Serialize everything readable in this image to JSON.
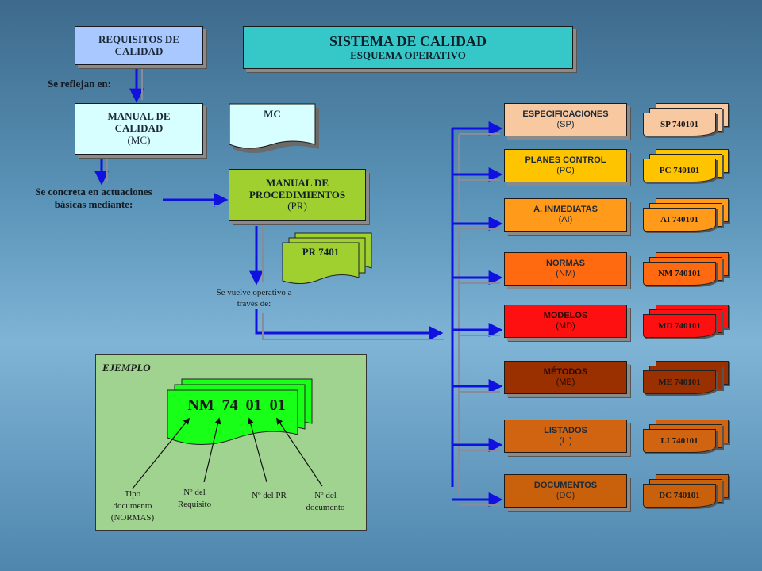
{
  "header": {
    "title": "SISTEMA DE CALIDAD",
    "subtitle": "ESQUEMA OPERATIVO"
  },
  "requirements": {
    "line1": "REQUISITOS DE",
    "line2": "CALIDAD"
  },
  "reflect_label": "Se reflejan en:",
  "manual": {
    "line1": "MANUAL DE",
    "line2": "CALIDAD",
    "line3": "(MC)"
  },
  "mc_doc": "MC",
  "concrete_label": {
    "line1": "Se concreta en actuaciones",
    "line2": "básicas mediante:"
  },
  "procedures": {
    "line1": "MANUAL DE",
    "line2": "PROCEDIMIENTOS",
    "line3": "(PR)"
  },
  "pr_doc": "PR 7401",
  "operative_label": {
    "line1": "Se vuelve operativo a",
    "line2": "través de:"
  },
  "categories": [
    {
      "name": "ESPECIFICACIONES",
      "abbr": "(SP)",
      "code": "SP 740101",
      "color": "#f8c8a0",
      "doc_color": "#f8c8a0"
    },
    {
      "name": "PLANES CONTROL",
      "abbr": "(PC)",
      "code": "PC 740101",
      "color": "#ffc400",
      "doc_color": "#ffc400"
    },
    {
      "name": "A.  INMEDIATAS",
      "abbr": "(AI)",
      "code": "AI 740101",
      "color": "#ff9a1a",
      "doc_color": "#ff9a1a"
    },
    {
      "name": "NORMAS",
      "abbr": "(NM)",
      "code": "NM 740101",
      "color": "#ff6a10",
      "doc_color": "#ff6a10"
    },
    {
      "name": "MODELOS",
      "abbr": "(MD)",
      "code": "MD 740101",
      "color": "#ff1010",
      "doc_color": "#ff1010"
    },
    {
      "name": "MÉTODOS",
      "abbr": "(ME)",
      "code": "ME 740101",
      "color": "#9a3000",
      "doc_color": "#9a3000"
    },
    {
      "name": "LISTADOS",
      "abbr": "(LI)",
      "code": "LI 740101",
      "color": "#d06410",
      "doc_color": "#d06410"
    },
    {
      "name": "DOCUMENTOS",
      "abbr": "(DC)",
      "code": "DC 740101",
      "color": "#c8600c",
      "doc_color": "#c8600c"
    }
  ],
  "example": {
    "title": "EJEMPLO",
    "code": "NM  74  01  01",
    "labels": {
      "type": {
        "line1": "Tipo",
        "line2": "documento",
        "line3": "(NORMAS)"
      },
      "req": {
        "line1": "Nº del",
        "line2": "Requisito"
      },
      "pr": "Nº del PR",
      "doc": {
        "line1": "Nº del",
        "line2": "documento"
      }
    }
  },
  "colors": {
    "requirements": "#a8c8ff",
    "title_box": "#36c8c8",
    "manual": "#d8ffff",
    "procedures": "#9fd030",
    "pr_doc": "#9fd030",
    "example_bg": "#9fd38f",
    "example_doc": "#18ff18",
    "arrow_blue": "#1010e0",
    "arrow_gray": "#8a8a9a"
  }
}
